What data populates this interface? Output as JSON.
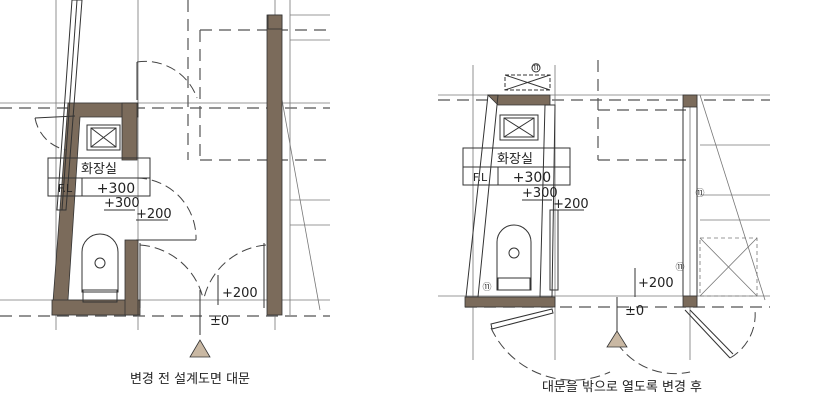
{
  "colors": {
    "wall": "#7b6b5b",
    "marker": "#c9b8a3",
    "line": "#333333"
  },
  "before": {
    "caption": "변경 전 설계도면 대문",
    "room_label": "화장실",
    "fl_label": "F.L",
    "fl_value": "+300",
    "level_1": "+300",
    "level_2": "+200",
    "level_3": "+200",
    "level_zero": "±0"
  },
  "after": {
    "caption": "대문을 밖으로 열도록 변경 후",
    "room_label": "화장실",
    "fl_label": "F.L",
    "fl_value": "+300",
    "level_1": "+300",
    "level_2": "+200",
    "level_3": "+200",
    "level_zero": "±0",
    "marker_symbol": "⑪"
  }
}
